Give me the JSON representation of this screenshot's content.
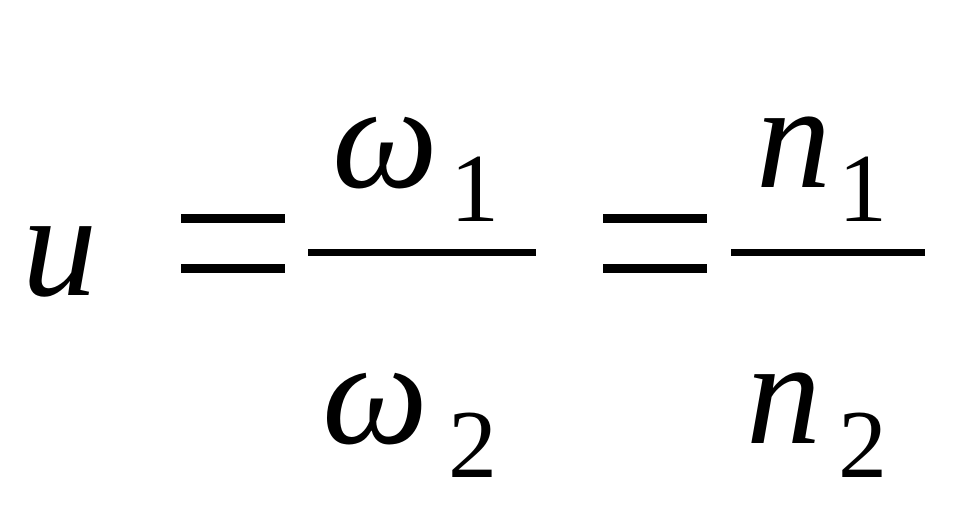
{
  "formula": {
    "lhs": "u",
    "equals": "=",
    "fraction1": {
      "numerator": {
        "symbol": "ω",
        "subscript": "1"
      },
      "denominator": {
        "symbol": "ω",
        "subscript": "2"
      }
    },
    "fraction2": {
      "numerator": {
        "symbol": "n",
        "subscript": "1"
      },
      "denominator": {
        "symbol": "n",
        "subscript": "2"
      }
    }
  }
}
